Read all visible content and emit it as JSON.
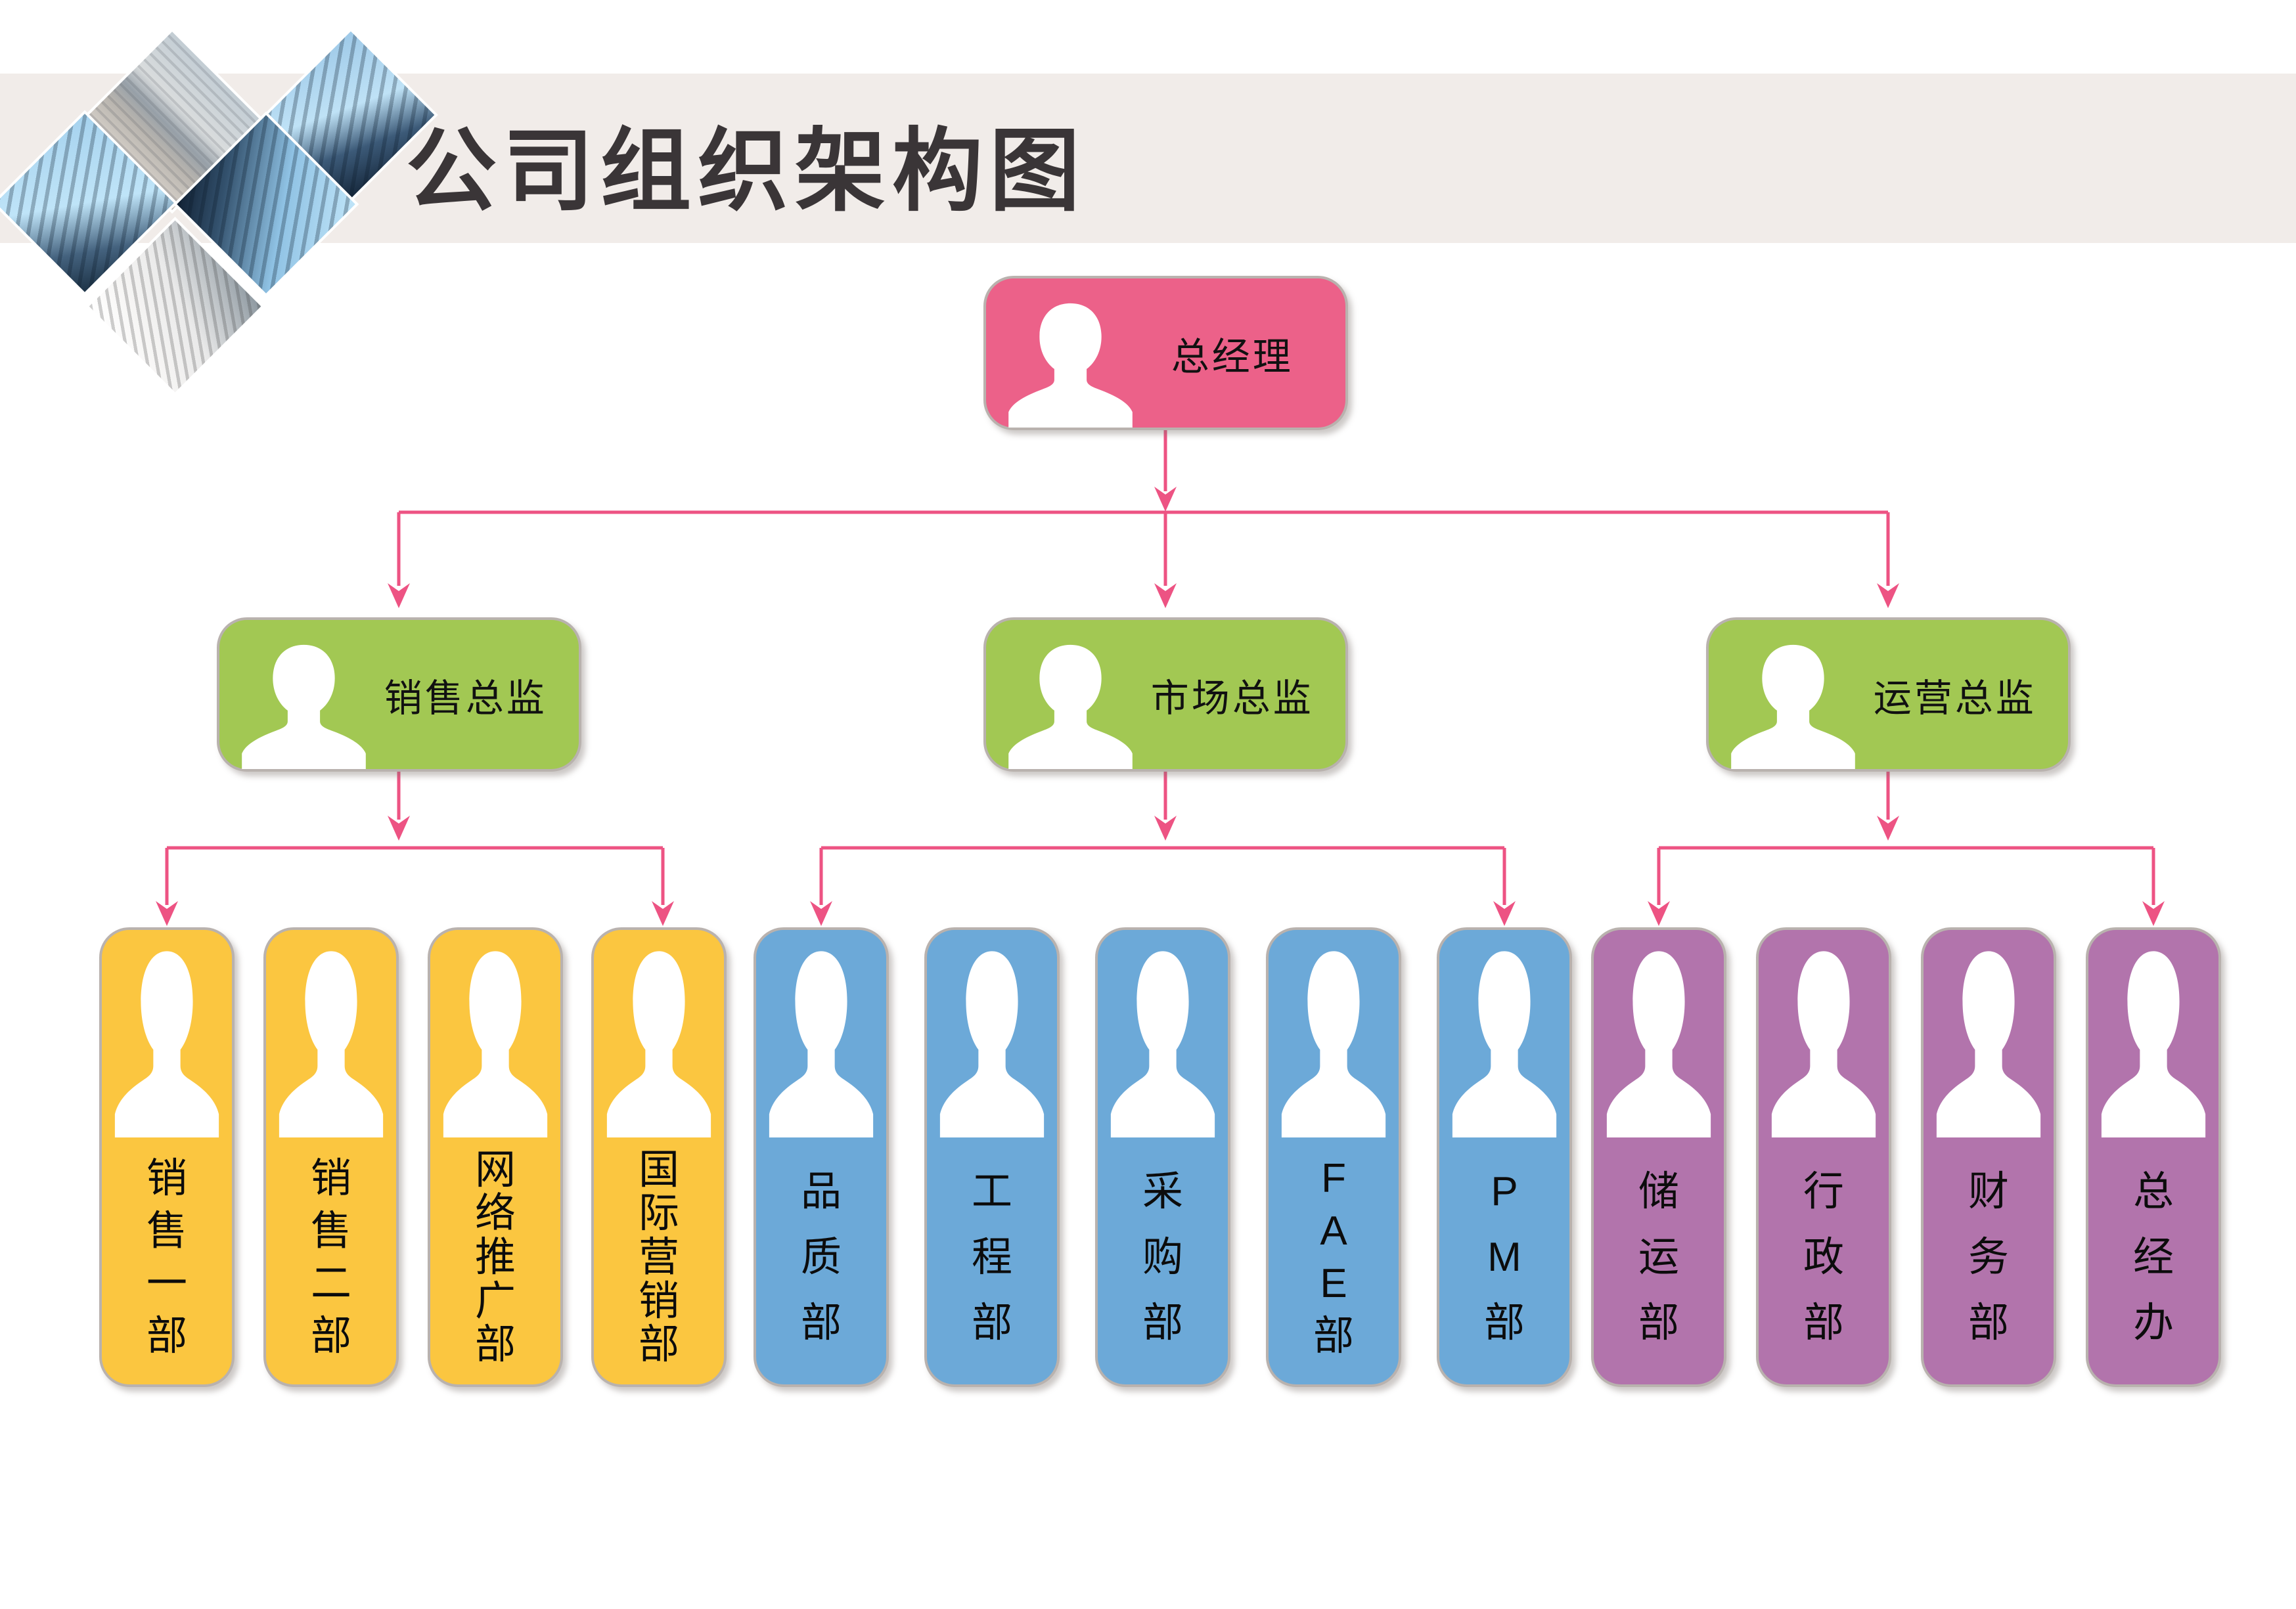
{
  "header": {
    "title": "公司组织架构图"
  },
  "colors": {
    "band": "#f1ece9",
    "title": "#3a3537",
    "line": "#ed5383",
    "root": "#ec6189",
    "director": "#a2c853",
    "sales": "#fbc640",
    "market": "#6ca9d8",
    "operations": "#b274ac",
    "border": "#b9b2ae",
    "avatar": "#ffffff"
  },
  "root": {
    "label": "总经理"
  },
  "directors": [
    {
      "label": "销售总监"
    },
    {
      "label": "市场总监"
    },
    {
      "label": "运营总监"
    }
  ],
  "departments": {
    "sales": [
      "销售一部",
      "销售二部",
      "网络推广部",
      "国际营销部"
    ],
    "market": [
      "品质部",
      "工程部",
      "采购部",
      "FAE部",
      "PM部"
    ],
    "operations": [
      "储运部",
      "行政部",
      "财务部",
      "总经办"
    ]
  }
}
